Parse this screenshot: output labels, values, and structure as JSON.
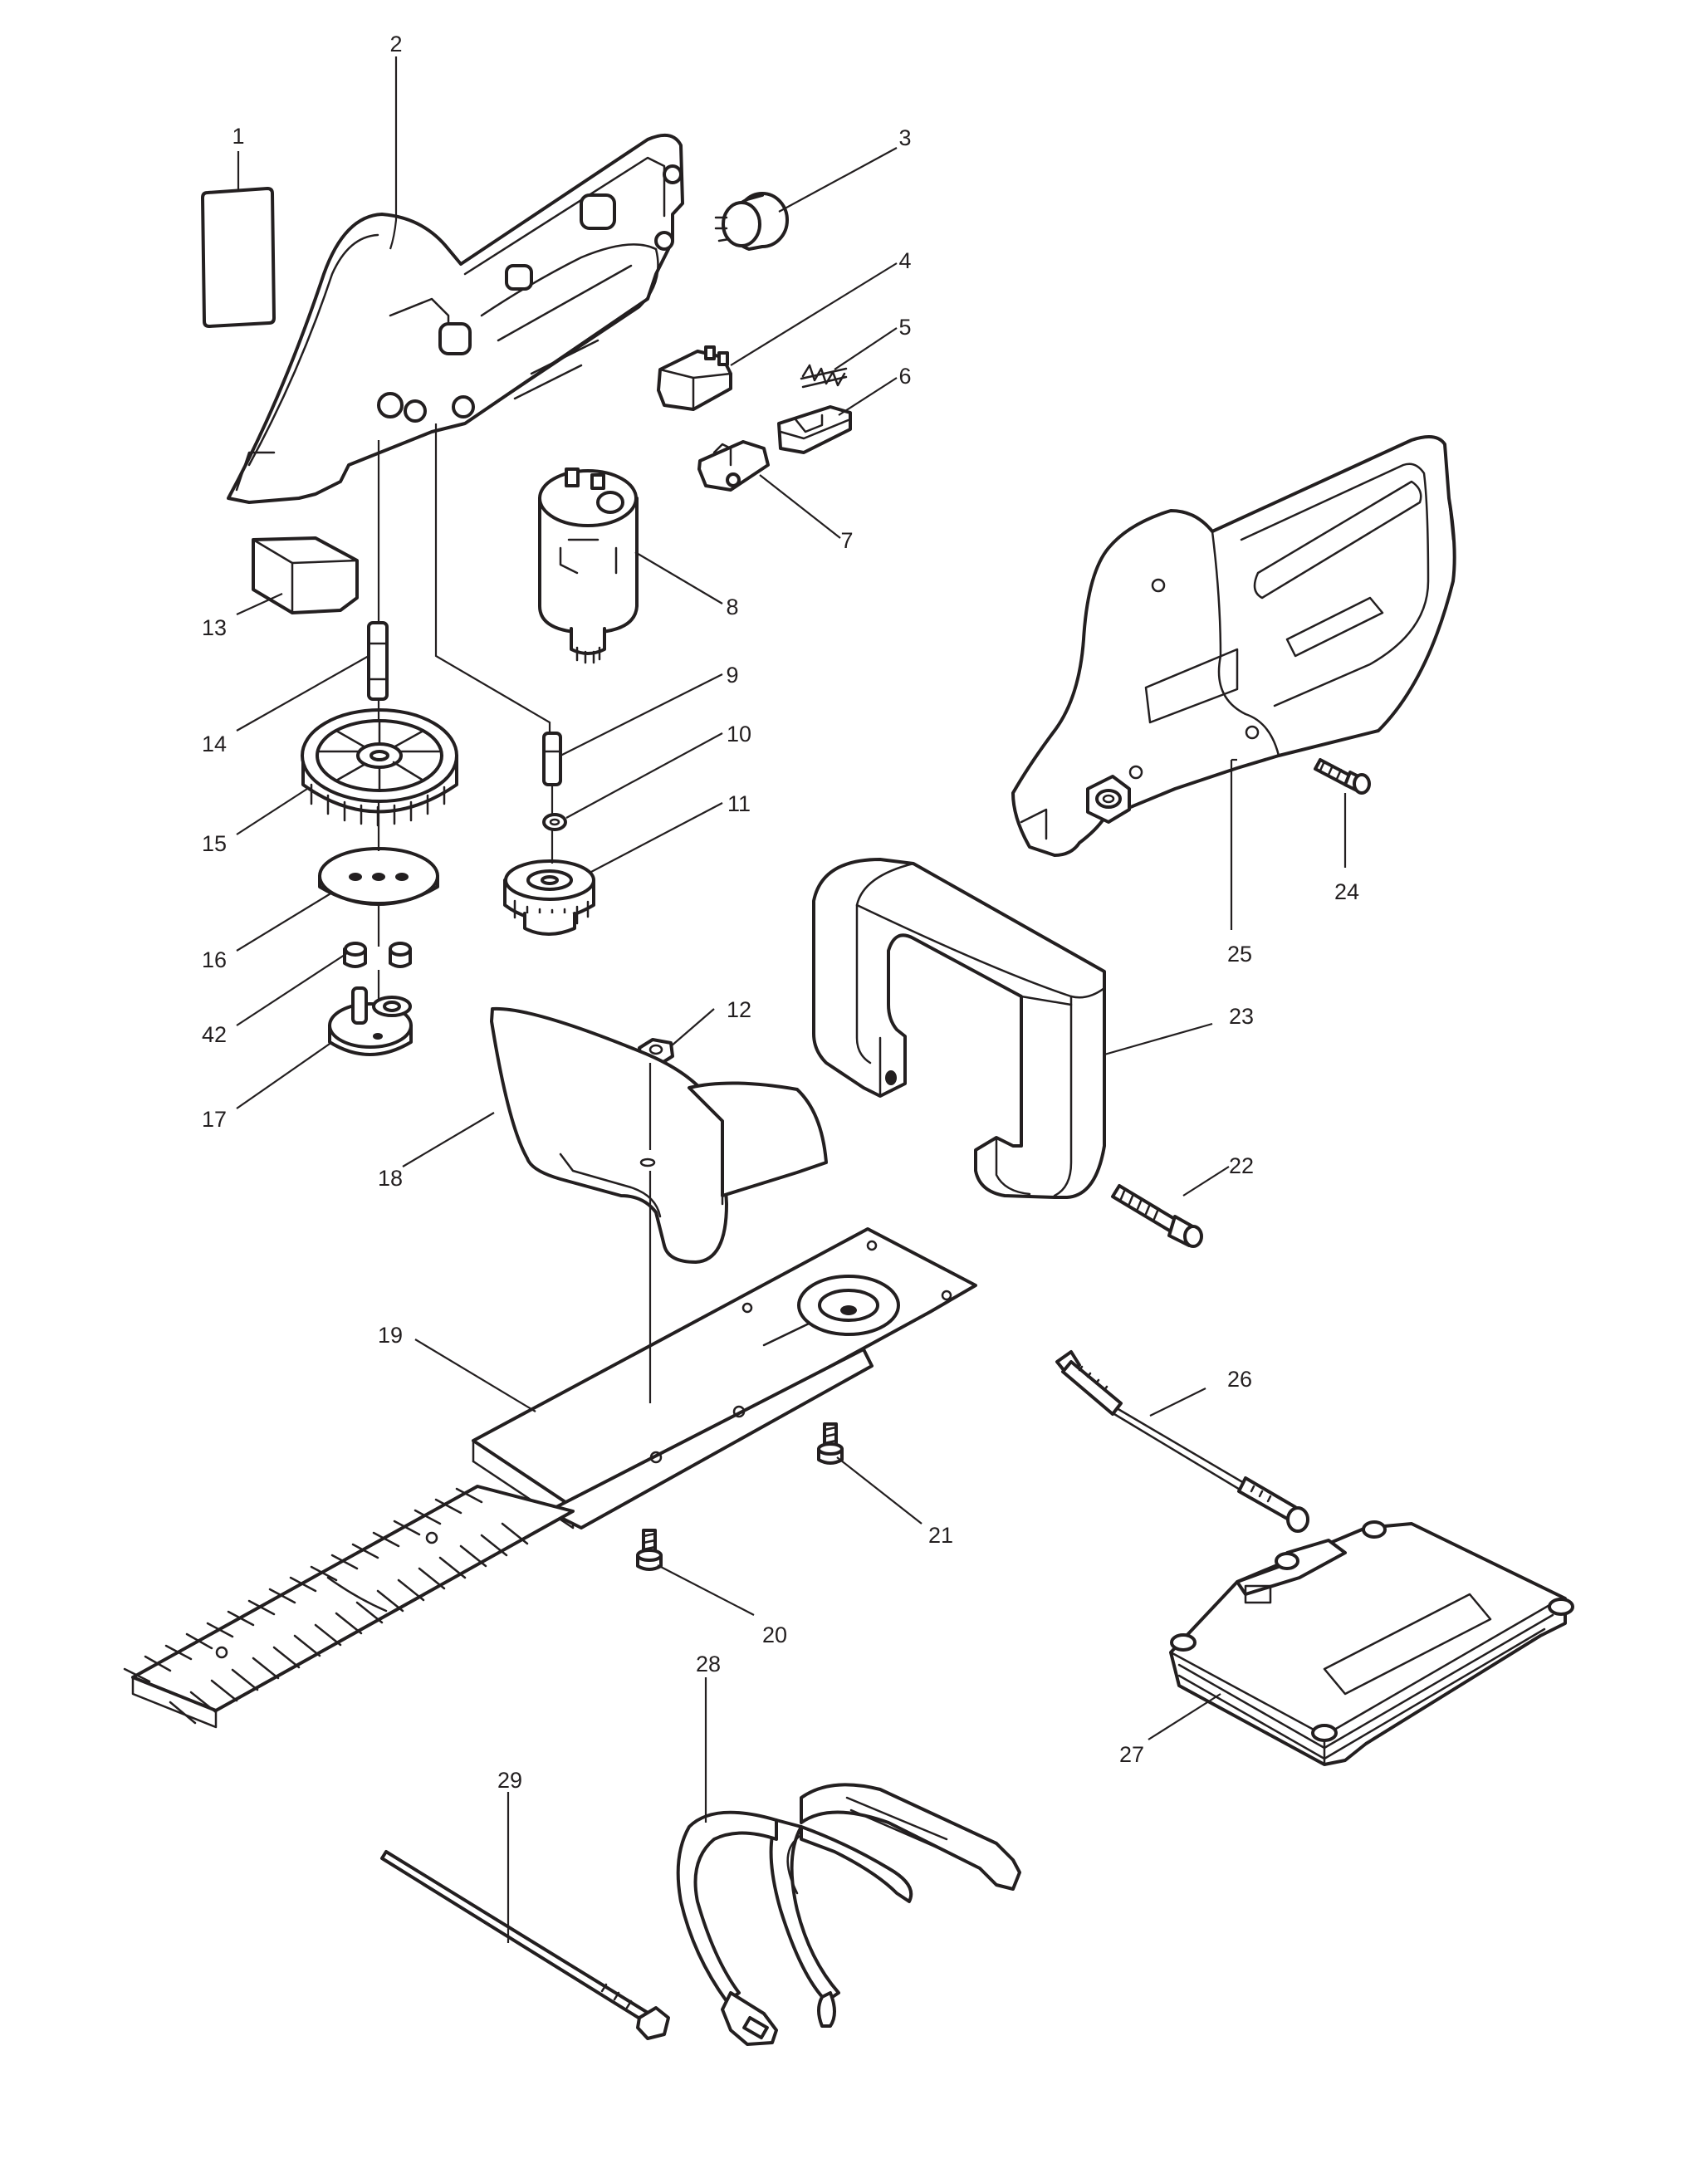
{
  "callouts": {
    "p1": "1",
    "p2": "2",
    "p3": "3",
    "p4": "4",
    "p5": "5",
    "p6": "6",
    "p7": "7",
    "p8": "8",
    "p9": "9",
    "p10": "10",
    "p11": "11",
    "p12": "12",
    "p13": "13",
    "p14": "14",
    "p15": "15",
    "p16": "16",
    "p17": "17",
    "p18": "18",
    "p19": "19",
    "p20": "20",
    "p21": "21",
    "p22": "22",
    "p23": "23",
    "p24": "24",
    "p25": "25",
    "p26": "26",
    "p27": "27",
    "p28": "28",
    "p29": "29",
    "p42": "42"
  },
  "colors": {
    "line": "#231f20",
    "background": "#ffffff"
  }
}
